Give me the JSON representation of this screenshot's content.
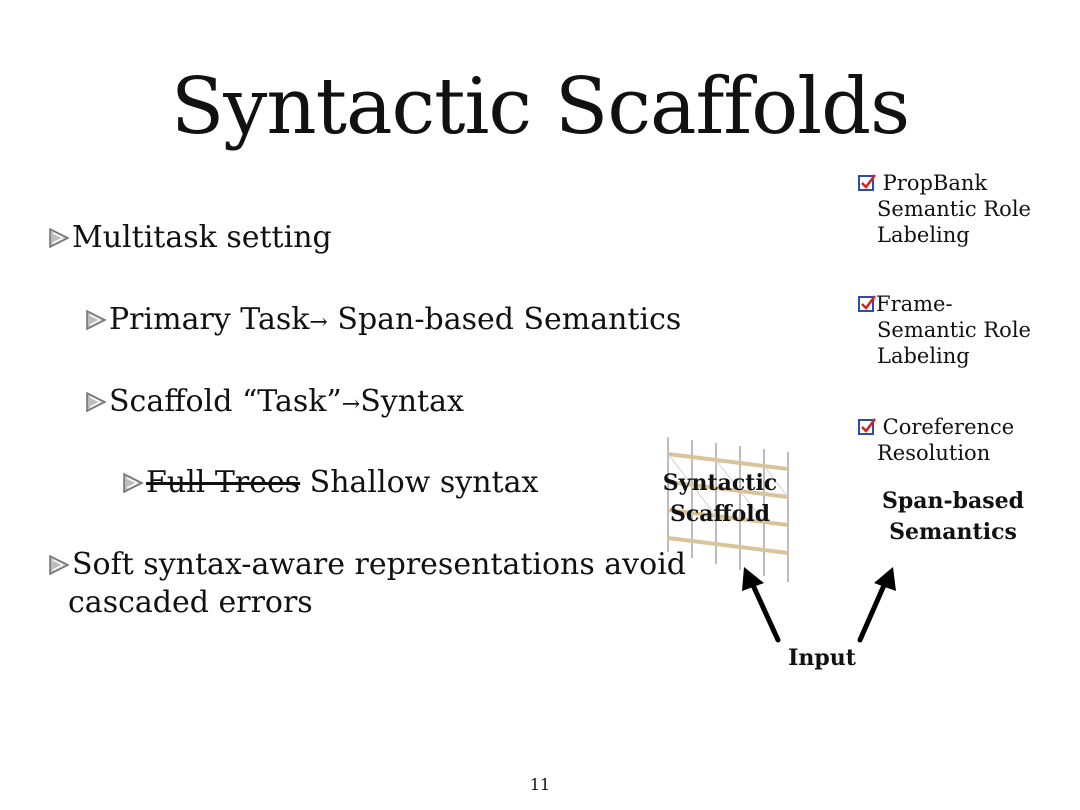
{
  "slide": {
    "title": "Syntactic Scaffolds",
    "page_number": "11"
  },
  "bullets": {
    "b1": "Multitask setting",
    "b2_a": "Primary Task",
    "b2_arrow": "→",
    "b2_b": " Span-based Semantics",
    "b3_a": "Scaffold “Task”",
    "b3_arrow": "→",
    "b3_b": "Syntax",
    "b4_struck": "Full Trees",
    "b4_rest": " Shallow syntax",
    "b5_line1": "Soft syntax-aware representations avoid",
    "b5_line2": "cascaded errors"
  },
  "tasks": [
    {
      "lines": [
        " PropBank",
        "Semantic Role",
        "Labeling"
      ]
    },
    {
      "lines": [
        "Frame-",
        "Semantic Role",
        "Labeling"
      ]
    },
    {
      "lines": [
        " Coreference",
        "Resolution"
      ]
    }
  ],
  "diagram": {
    "scaffold_label_1": "Syntactic",
    "scaffold_label_2": "Scaffold",
    "span_label_1": "Span-based",
    "span_label_2": "Semantics",
    "input_label": "Input"
  },
  "colors": {
    "checkbox_border": "#2a4fa8",
    "checkmark": "#d42020",
    "bullet_arrow": "#7a7a7a",
    "scaffold_plank": "#d9c49a",
    "scaffold_pole": "#bdbdbd"
  }
}
